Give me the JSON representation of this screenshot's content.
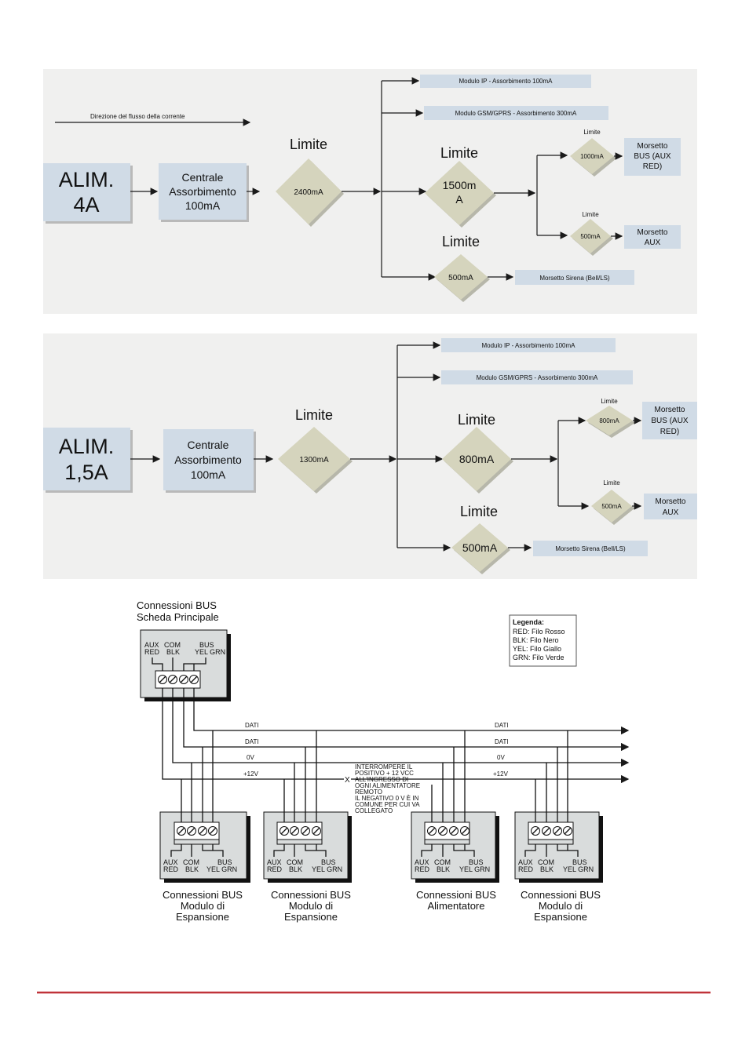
{
  "top": {
    "flow_label": "Direzione del flusso della corrente",
    "alim": [
      "ALIM.",
      "4A"
    ],
    "centrale": [
      "Centrale",
      "Assorbimento",
      "100mA"
    ],
    "limit_label": "Limite",
    "main_limit": "2400mA",
    "modulo_ip": "Modulo IP - Assorbimento 100mA",
    "modulo_gsm": "Modulo GSM/GPRS - Assorbimento 300mA",
    "mid_limit": [
      "1500m",
      "A"
    ],
    "limit_1000": "1000mA",
    "limit_500_small": "500mA",
    "morsetto_bus": [
      "Morsetto",
      "BUS (AUX",
      "RED)"
    ],
    "morsetto_aux": [
      "Morsetto",
      "AUX"
    ],
    "sirena_limit": "500mA",
    "sirena": "Morsetto Sirena (Bell/LS)"
  },
  "bottom": {
    "alim": [
      "ALIM.",
      "1,5A"
    ],
    "centrale": [
      "Centrale",
      "Assorbimento",
      "100mA"
    ],
    "limit_label": "Limite",
    "main_limit": "1300mA",
    "modulo_ip": "Modulo IP - Assorbimento 100mA",
    "modulo_gsm": "Modulo GSM/GPRS - Assorbimento 300mA",
    "mid_limit": "800mA",
    "limit_800": "800mA",
    "limit_500_small": "500mA",
    "morsetto_bus": [
      "Morsetto",
      "BUS (AUX",
      "RED)"
    ],
    "morsetto_aux": [
      "Morsetto",
      "AUX"
    ],
    "sirena_limit": "500mA",
    "sirena": "Morsetto Sirena (Bell/LS)"
  },
  "wiring": {
    "title": [
      "Connessioni BUS",
      "Scheda Principale"
    ],
    "legend_title": "Legenda:",
    "legend": [
      "RED: Filo Rosso",
      "BLK:  Filo Nero",
      "YEL:  Filo Giallo",
      "GRN: Filo Verde"
    ],
    "terminal_top": [
      "AUX",
      "COM",
      "BUS"
    ],
    "terminal_bottom": [
      "RED",
      "BLK",
      "YEL GRN"
    ],
    "bus_lines": [
      "DATI",
      "DATI",
      "0V",
      "+12V"
    ],
    "note": [
      "INTERROMPERE IL",
      "POSITIVO + 12 VCC",
      "ALL'INGRESSO DI",
      "OGNI ALIMENTATORE",
      "REMOTO",
      "IL NEGATIVO 0 V  È IN",
      "COMUNE PER CUI VA",
      "COLLEGATO"
    ],
    "note_mark": "X",
    "captions": [
      [
        "Connessioni BUS",
        "Modulo di",
        "Espansione"
      ],
      [
        "Connessioni BUS",
        "Modulo di",
        "Espansione"
      ],
      [
        "Connessioni BUS",
        "Alimentatore"
      ],
      [
        "Connessioni BUS",
        "Modulo di",
        "Espansione"
      ]
    ]
  }
}
